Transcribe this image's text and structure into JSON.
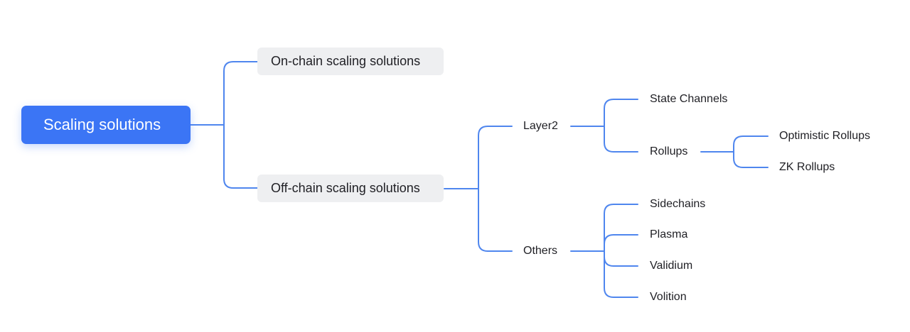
{
  "mindmap": {
    "root": "Scaling solutions",
    "on_chain": "On-chain scaling solutions",
    "off_chain": "Off-chain scaling solutions",
    "layer2": {
      "label": "Layer2",
      "state_channels": "State Channels",
      "rollups": {
        "label": "Rollups",
        "optimistic": "Optimistic Rollups",
        "zk": "ZK Rollups"
      }
    },
    "others": {
      "label": "Others",
      "sidechains": "Sidechains",
      "plasma": "Plasma",
      "validium": "Validium",
      "volition": "Volition"
    }
  },
  "colors": {
    "root_fill": "#3b75f5",
    "branch_fill": "#eeeff1",
    "connector": "#4f86ee",
    "text": "#1f1f24"
  }
}
